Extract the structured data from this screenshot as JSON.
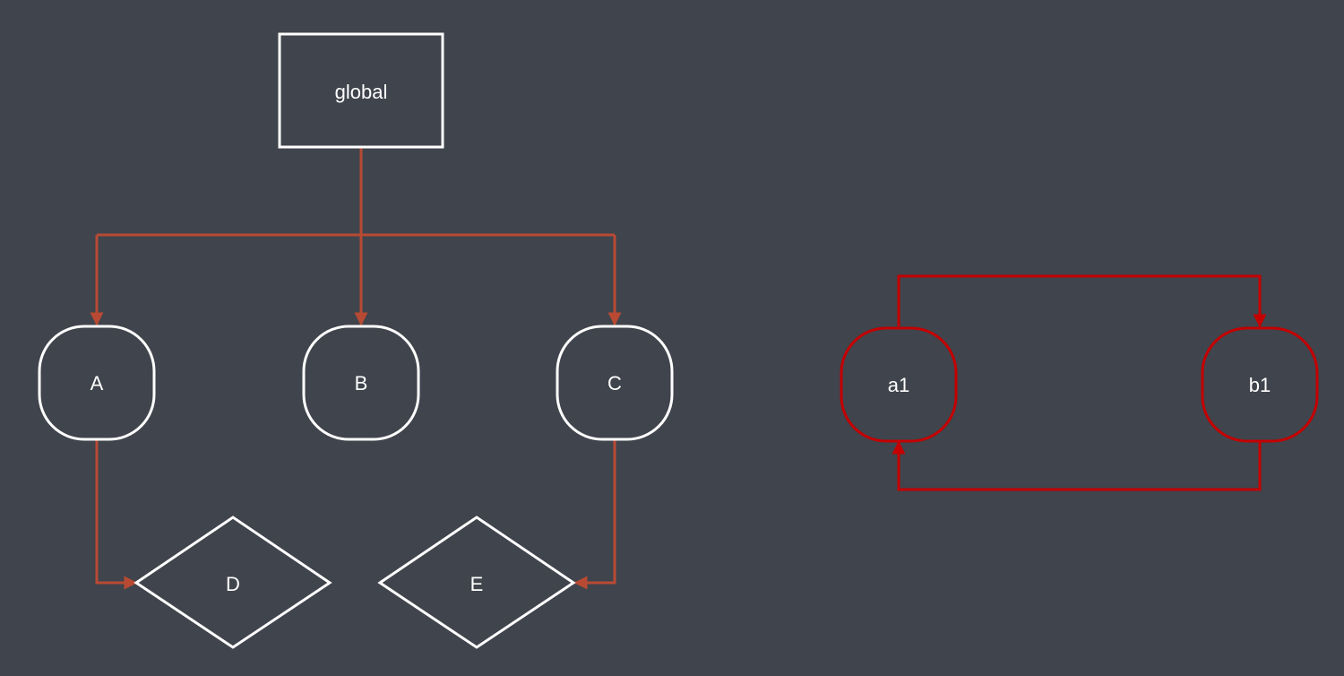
{
  "colors": {
    "background": "#40444c",
    "node_stroke": "#ffffff",
    "tree_edge": "#b84a33",
    "cycle": "#c40000"
  },
  "tree": {
    "root": {
      "label": "global"
    },
    "children": [
      {
        "label": "A"
      },
      {
        "label": "B"
      },
      {
        "label": "C"
      }
    ],
    "leaves": [
      {
        "label": "D"
      },
      {
        "label": "E"
      }
    ]
  },
  "cycle": {
    "nodes": [
      {
        "label": "a1"
      },
      {
        "label": "b1"
      }
    ]
  }
}
